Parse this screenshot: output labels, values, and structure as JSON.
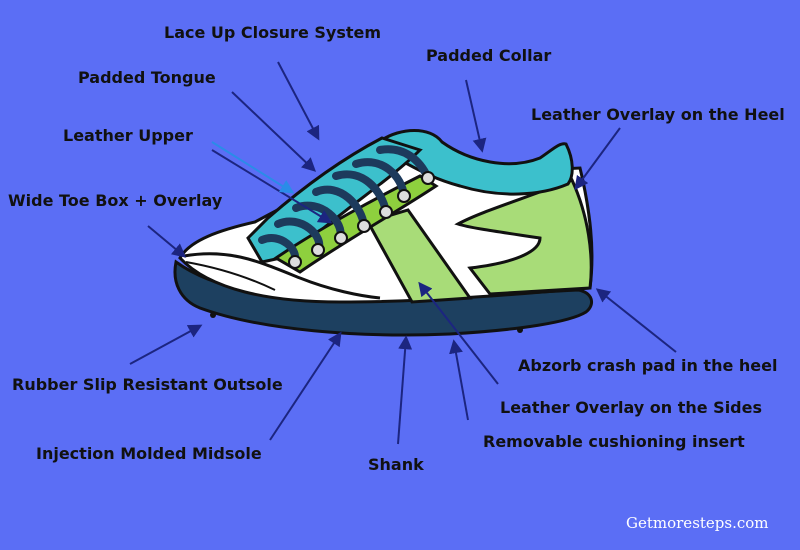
{
  "colors": {
    "background": "#5b6ef5",
    "outsole": "#1d4060",
    "upper_white": "#ffffff",
    "overlay_green": "#a8dc78",
    "lace_panel_green": "#8ed03e",
    "collar_teal": "#3cc0cc",
    "outline": "#111111",
    "laces": "#1d3a5c",
    "arrow": "#1c2580",
    "arrow_light": "#2a8ce8"
  },
  "labels": {
    "lace_closure": "Lace Up Closure System",
    "padded_collar": "Padded Collar",
    "padded_tongue": "Padded Tongue",
    "leather_overlay_heel": "Leather Overlay on the Heel",
    "leather_upper": "Leather Upper",
    "wide_toe_box": "Wide Toe Box + Overlay",
    "abzorb_crash_pad": "Abzorb crash pad in the heel",
    "rubber_outsole": "Rubber Slip Resistant Outsole",
    "leather_overlay_sides": "Leather Overlay on the Sides",
    "removable_insert": "Removable cushioning insert",
    "injection_midsole": "Injection Molded Midsole",
    "shank": "Shank"
  },
  "credit": "Getmoresteps.com"
}
